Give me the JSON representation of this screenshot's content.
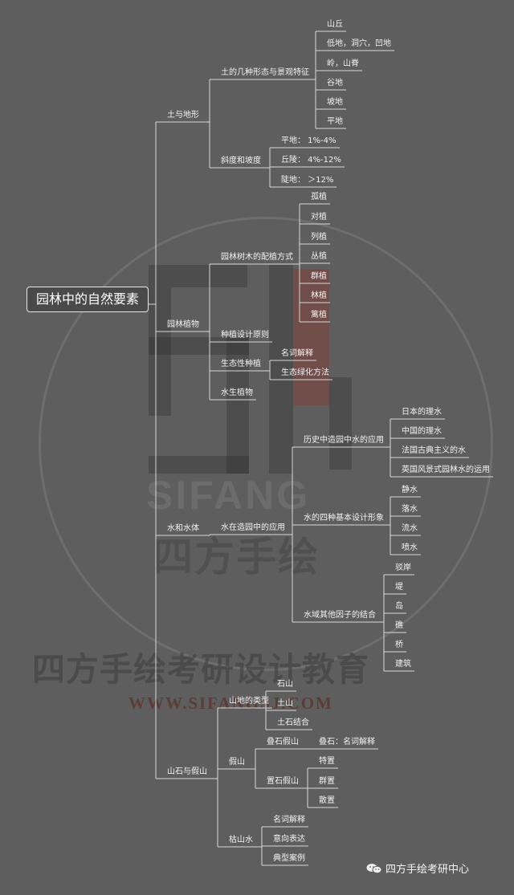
{
  "root": "园林中的自然要素",
  "branches": [
    {
      "label": "土与地形",
      "children": [
        {
          "label": "土的几种形态与景观特征",
          "children": [
            "山丘",
            "低地，洞穴，凹地",
            "岭，山脊",
            "谷地",
            "坡地",
            "平地"
          ]
        },
        {
          "label": "斜度和坡度",
          "children": [
            "平地： 1%-4%",
            "丘陵： 4%-12%",
            "陡地： ＞12%"
          ]
        }
      ]
    },
    {
      "label": "园林植物",
      "children": [
        {
          "label": "园林树木的配植方式",
          "children": [
            "孤植",
            "对植",
            "列植",
            "丛植",
            "群植",
            "林植",
            "篱植"
          ]
        },
        {
          "label": "种植设计原则",
          "children": []
        },
        {
          "label": "生态性种植",
          "children": [
            "名词解释",
            "生态绿化方法"
          ]
        },
        {
          "label": "水生植物",
          "children": []
        }
      ]
    },
    {
      "label": "水和水体",
      "children": [
        {
          "label": "水在造园中的应用",
          "children": [
            {
              "label": "历史中造园中水的应用",
              "children": [
                "日本的理水",
                "中国的理水",
                "法国古典主义的水",
                "英国风景式园林水的运用"
              ]
            },
            {
              "label": "水的四种基本设计形象",
              "children": [
                "静水",
                "落水",
                "流水",
                "喷水"
              ]
            },
            {
              "label": "水域其他因子的结合",
              "children": [
                "驳岸",
                "堤",
                "岛",
                "礁",
                "桥",
                "建筑"
              ]
            }
          ]
        }
      ]
    },
    {
      "label": "山石与假山",
      "children": [
        {
          "label": "山地的类型",
          "children": [
            "石山",
            "土山",
            "土石结合"
          ]
        },
        {
          "label": "假山",
          "children": [
            {
              "label": "叠石假山",
              "children": [
                "叠石：名词解释"
              ]
            },
            {
              "label": "置石假山",
              "children": [
                "特置",
                "群置",
                "散置"
              ]
            }
          ]
        },
        {
          "label": "枯山水",
          "children": [
            "名词解释",
            "意向表达",
            "典型案例"
          ]
        }
      ]
    }
  ],
  "watermark": {
    "sifang": "SIFANG",
    "brand_cn": "四方手绘",
    "banner": "四方手绘考研设计教育",
    "url": "WWW.SIFANGSJ.COM"
  },
  "logo": {
    "icon": "wechat-icon",
    "text": "四方手绘考研中心"
  },
  "colors": {
    "background": "#5e5e5e",
    "line": "#d8d8d8",
    "text": "#f2f2f2",
    "watermark_red": "#8a3a30"
  }
}
